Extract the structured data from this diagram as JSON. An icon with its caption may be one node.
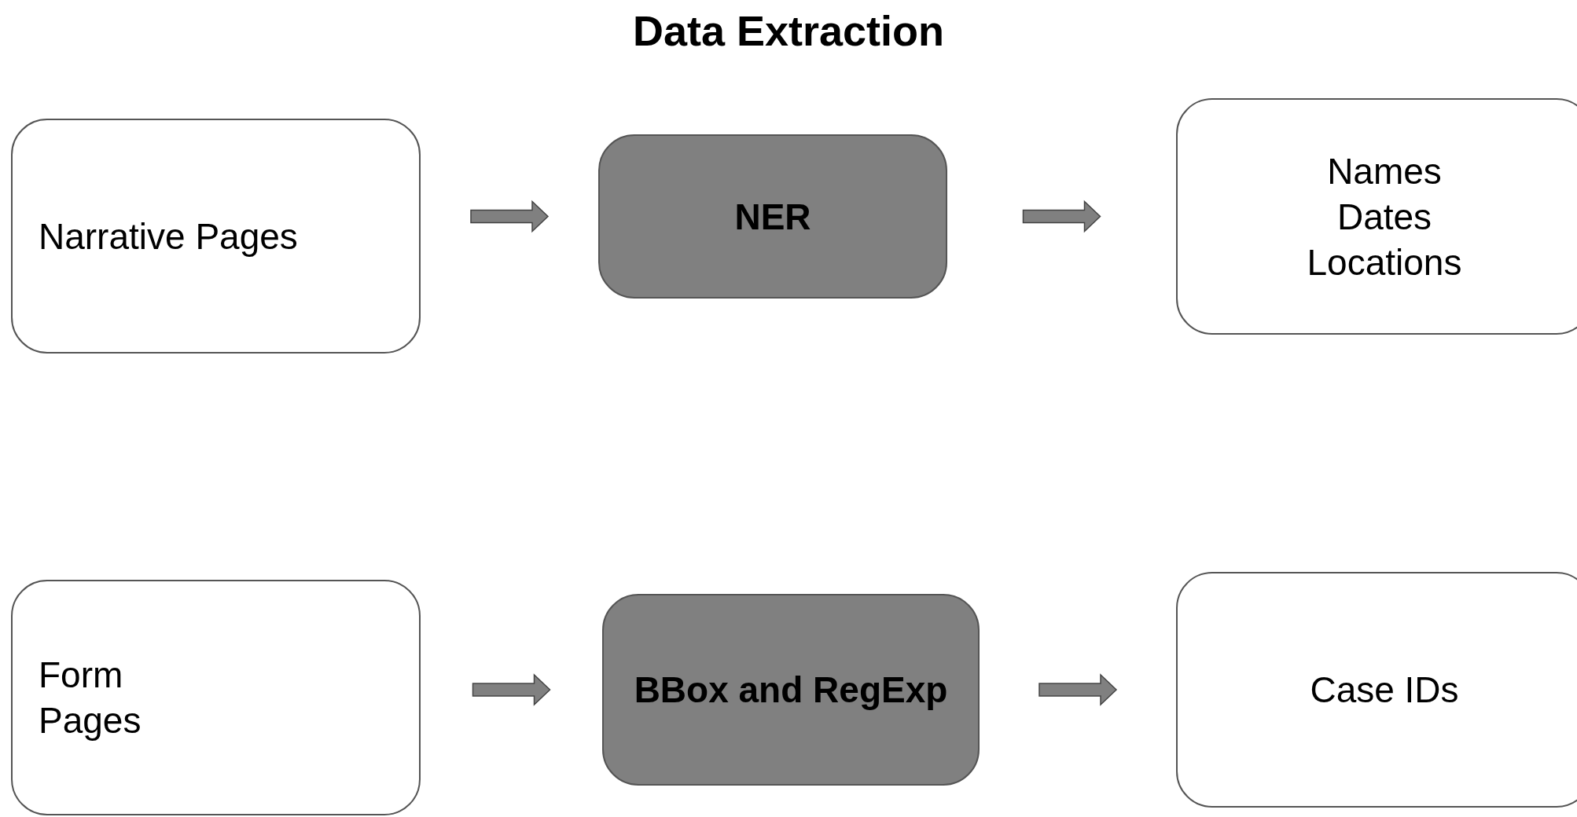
{
  "diagram": {
    "title": "Data Extraction",
    "nodes": [
      {
        "text": [
          "Narrative Pages"
        ]
      },
      {
        "text": [
          "NER"
        ]
      },
      {
        "text": [
          "Names Dates Locations"
        ]
      },
      {
        "text": [
          "Form Pages"
        ]
      },
      {
        "text": [
          "BBox and RegExp"
        ]
      },
      {
        "text": [
          "Case IDs"
        ]
      }
    ],
    "edges": [
      {
        "from": 0,
        "to": 1,
        "arrow": "to"
      },
      {
        "from": 1,
        "to": 2,
        "arrow": "to"
      },
      {
        "from": 3,
        "to": 4,
        "arrow": "to"
      },
      {
        "from": 4,
        "to": 5,
        "arrow": "to"
      }
    ]
  }
}
